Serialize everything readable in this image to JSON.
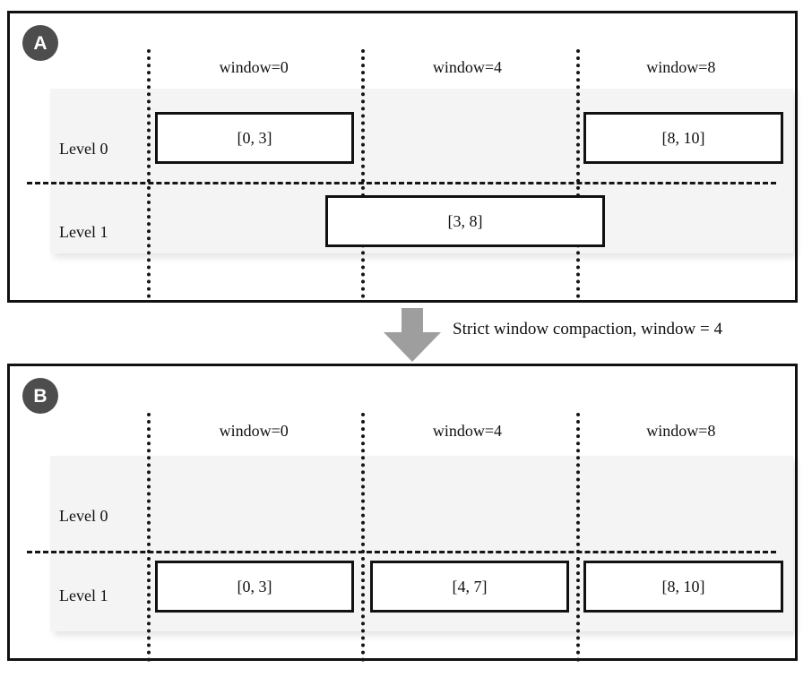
{
  "figure": {
    "type": "diagram",
    "subject": "LSM-tree strict window compaction illustration"
  },
  "transition": {
    "caption": "Strict window compaction, window = 4",
    "arrow_icon": "down-arrow-icon",
    "arrow_color": "#9e9e9e"
  },
  "colors": {
    "badge_bg": "#4d4d4d",
    "badge_text": "#ffffff",
    "band_bg": "#f4f4f4",
    "stroke": "#111111",
    "arrow": "#9e9e9e",
    "page_bg": "#ffffff"
  },
  "panels": [
    {
      "id": "A",
      "badge_label": "A",
      "window_headers": [
        "window=0",
        "window=4",
        "window=8"
      ],
      "level_labels": [
        "Level 0",
        "Level 1"
      ],
      "boxes": [
        {
          "level": "Level 0",
          "label": "[0, 3]",
          "start": 0,
          "end": 3,
          "window": 0
        },
        {
          "level": "Level 0",
          "label": "[8, 10]",
          "start": 8,
          "end": 10,
          "window": 8
        },
        {
          "level": "Level 1",
          "label": "[3, 8]",
          "start": 3,
          "end": 8,
          "window": "spans 0 and 4"
        }
      ]
    },
    {
      "id": "B",
      "badge_label": "B",
      "window_headers": [
        "window=0",
        "window=4",
        "window=8"
      ],
      "level_labels": [
        "Level 0",
        "Level 1"
      ],
      "boxes": [
        {
          "level": "Level 1",
          "label": "[0, 3]",
          "start": 0,
          "end": 3,
          "window": 0
        },
        {
          "level": "Level 1",
          "label": "[4, 7]",
          "start": 4,
          "end": 7,
          "window": 4
        },
        {
          "level": "Level 1",
          "label": "[8, 10]",
          "start": 8,
          "end": 10,
          "window": 8
        }
      ]
    }
  ]
}
